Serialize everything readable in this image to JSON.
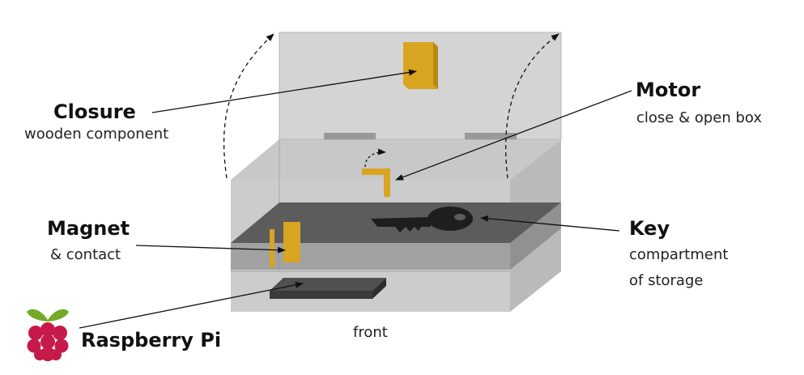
{
  "labels": {
    "closure": {
      "title": "Closure",
      "subtitle": "wooden component"
    },
    "motor": {
      "title": "Motor",
      "subtitle": "close & open box"
    },
    "magnet": {
      "title": "Magnet",
      "subtitle": "& contact"
    },
    "key": {
      "title": "Key",
      "subtitle_line1": "compartment",
      "subtitle_line2": "of storage"
    },
    "raspberry": {
      "title": "Raspberry Pi"
    },
    "front": "front"
  },
  "colors": {
    "box_gray": "#c8c8c8",
    "dark_gray": "#555555",
    "accent_yellow": "#d9a521",
    "berry_red": "#c51a4a",
    "leaf_green": "#75a928"
  },
  "icons": {
    "logo": "raspberry-pi-logo-icon",
    "key": "key-icon"
  }
}
